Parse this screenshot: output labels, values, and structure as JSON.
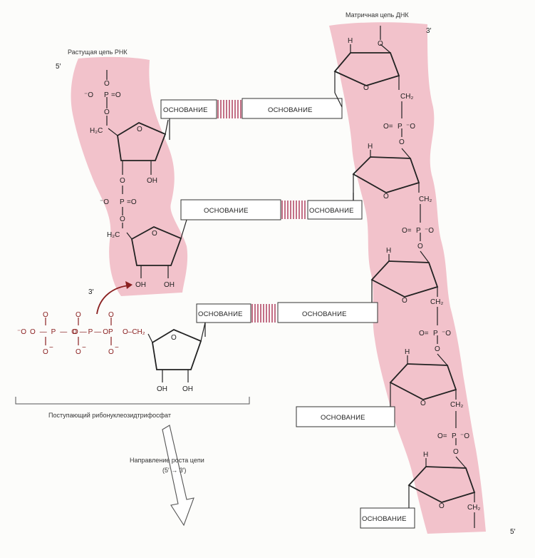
{
  "labels": {
    "rna_chain": "Растущая цепь РНК",
    "dna_chain": "Матричная цепь ДНК",
    "incoming": "Поступающий   рибонуклеозидтрифосфат",
    "direction": "Направление роста цепи",
    "direction_formula": "(5′ → 3′)",
    "rna_5": "5′",
    "rna_3": "3′",
    "dna_3": "3′",
    "dna_5": "5′"
  },
  "base_label": "ОСНОВАНИЕ",
  "chem": {
    "oxygen": "O",
    "o_minus": "⁻O",
    "minus": "−",
    "p": "P",
    "peq": "=O",
    "oeq": "O=",
    "h2c": "H₂C",
    "ch2": "CH₂",
    "oh": "OH",
    "h": "H",
    "o_c_h2": "O–CH₂",
    "o_p_o": "O—P—O"
  },
  "colors": {
    "backbone_fill": "#f2c2cb",
    "incoming_color": "#8a2020",
    "line": "#222222"
  }
}
